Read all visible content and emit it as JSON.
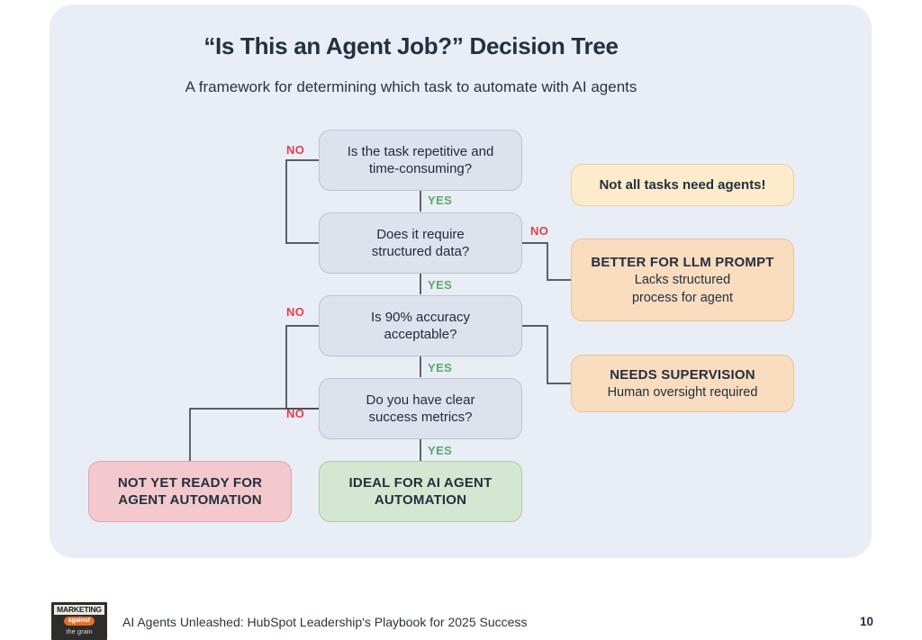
{
  "slide": {
    "title": "“Is This an Agent Job?” Decision Tree",
    "subtitle": "A framework for determining which task to automate with AI agents"
  },
  "flow": {
    "decisions": [
      {
        "id": "d1",
        "line1": "Is the task repetitive and",
        "line2": "time-consuming?"
      },
      {
        "id": "d2",
        "line1": "Does it require",
        "line2": "structured data?"
      },
      {
        "id": "d3",
        "line1": "Is 90% accuracy",
        "line2": "acceptable?"
      },
      {
        "id": "d4",
        "line1": "Do you have clear",
        "line2": "success metrics?"
      }
    ],
    "callout": {
      "text": "Not all tasks need agents!"
    },
    "outcomes": [
      {
        "id": "o-llm",
        "title": "BETTER FOR LLM PROMPT",
        "sub1": "Lacks structured",
        "sub2": "process for agent"
      },
      {
        "id": "o-supervision",
        "title": "NEEDS SUPERVISION",
        "sub1": "Human oversight required",
        "sub2": ""
      },
      {
        "id": "o-not-ready",
        "title": "NOT YET READY FOR",
        "sub1": "AGENT AUTOMATION",
        "sub2": ""
      },
      {
        "id": "o-ideal",
        "title": "IDEAL FOR AI AGENT",
        "sub1": "AUTOMATION",
        "sub2": ""
      }
    ],
    "edge_labels": {
      "no1": "NO",
      "no2": "NO",
      "no3": "NO",
      "no4": "NO",
      "yes1": "YES",
      "yes2": "YES",
      "yes3": "YES",
      "yes4": "YES"
    }
  },
  "footer": {
    "text": "AI Agents Unleashed: HubSpot Leadership's Playbook for 2025 Success",
    "page": "10",
    "logo": {
      "top": "MARKETING",
      "mid": "against",
      "bottom": "the grain"
    }
  },
  "colors": {
    "card_background": "#e9edf5",
    "decision_fill": "#dde3ed",
    "decision_border": "#b9c4d4",
    "callout_fill": "#fdeccc",
    "outcome_orange": "#fadcbf",
    "outcome_red": "#f3c9cd",
    "outcome_green": "#d4e8d1",
    "no_label": "#e0414a",
    "yes_label": "#5aa96b",
    "connector": "#414b5a",
    "text": "#23303f"
  }
}
